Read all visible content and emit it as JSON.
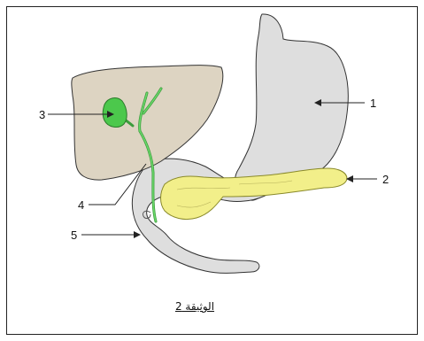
{
  "figure": {
    "labels": {
      "stomach": "1",
      "pancreas": "2",
      "gallbladder": "3",
      "bile_duct": "4",
      "duodenum": "5"
    },
    "caption": "الوثيقة 2",
    "colors": {
      "organ_gray": "#dedede",
      "liver": "#ddd4c2",
      "gallbladder_green": "#4cc84c",
      "pancreas_yellow": "#f2ef8a",
      "outline": "#333333"
    }
  }
}
